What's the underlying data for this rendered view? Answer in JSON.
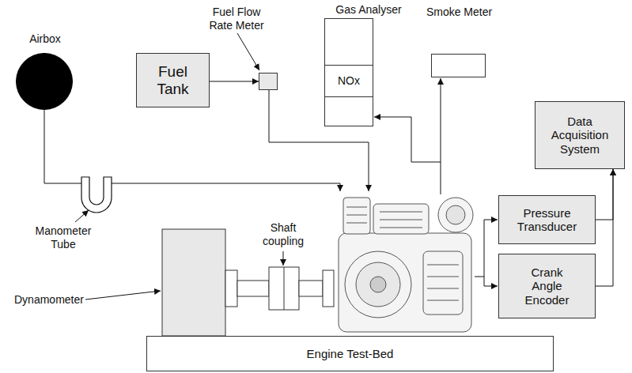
{
  "diagram": {
    "nodes": [
      {
        "text": [
          "Airbox"
        ]
      },
      {
        "text": [
          "Fuel Tank"
        ]
      },
      {
        "text": [
          "Fuel Flow Rate Meter"
        ]
      },
      {
        "text": [
          "Gas Analyser",
          "NOx"
        ]
      },
      {
        "text": [
          "Smoke Meter"
        ]
      },
      {
        "text": [
          "Data Acquisition System"
        ]
      },
      {
        "text": [
          "Pressure Transducer"
        ]
      },
      {
        "text": [
          "Crank Angle Encoder"
        ]
      },
      {
        "text": [
          "Engine Test-Bed"
        ]
      }
    ],
    "edges": [
      {
        "from": 1,
        "to": 2,
        "arrow": "to"
      },
      {
        "from": 6,
        "to": 5,
        "arrow": "to"
      },
      {
        "from": 7,
        "to": 5,
        "arrow": "to"
      }
    ],
    "labels": [
      "Manometer Tube",
      "Shaft coupling",
      "Dynamometer"
    ]
  }
}
